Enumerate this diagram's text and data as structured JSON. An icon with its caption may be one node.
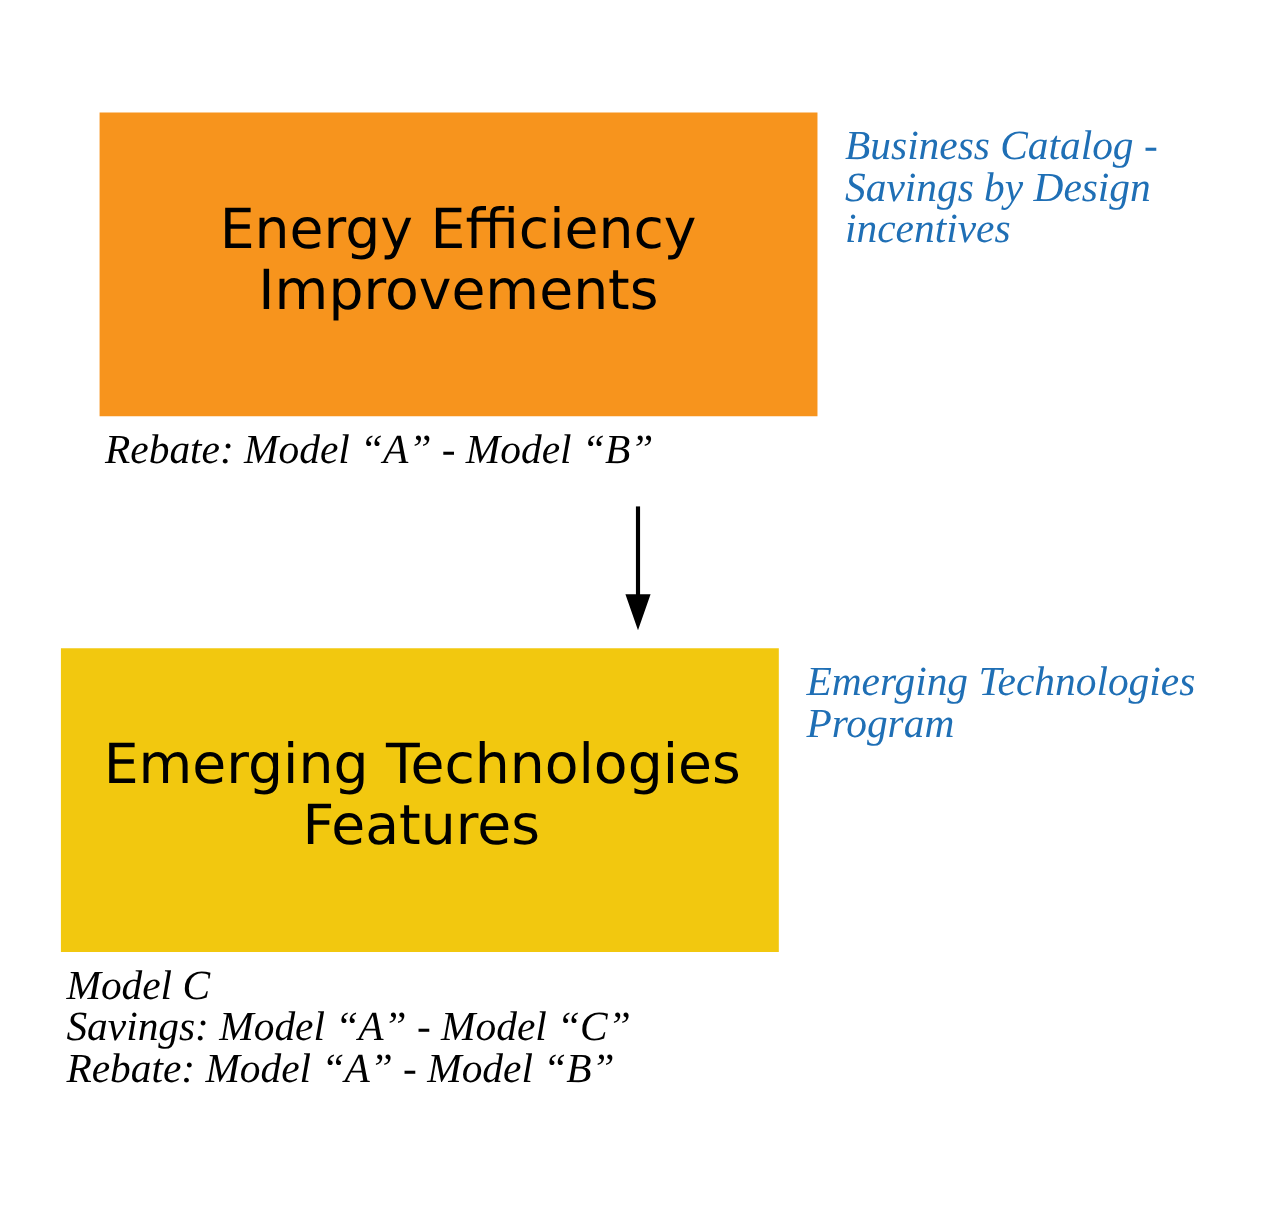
{
  "diagram": {
    "nodes": [
      {
        "text": [
          "Energy Efficiency Improvements"
        ],
        "beside": [
          "Business Catalog - Savings by Design incentives",
          "Rebate: Model “A” - Model “B”"
        ]
      },
      {
        "text": [
          "Emerging Technologies Features"
        ],
        "beside": [
          "Emerging Technologies Program",
          "Model C",
          "Savings: Model “A” - Model “C”",
          "Rebate: Model “A” - Model “B”"
        ]
      }
    ],
    "edges": [
      {
        "from": 0,
        "to": 1,
        "arrow": "to"
      }
    ]
  }
}
